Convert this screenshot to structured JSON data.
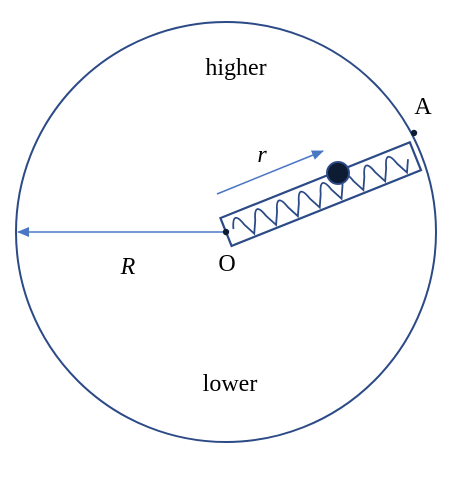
{
  "labels": {
    "top": "higher",
    "bottom": "lower",
    "end_point": "A",
    "center_point": "O",
    "big_radius": "R",
    "small_radius": "r"
  },
  "colors": {
    "stroke": "#2b4a86",
    "arrow": "#4a77c4",
    "text": "#000000",
    "ball": "#0d1b33"
  }
}
